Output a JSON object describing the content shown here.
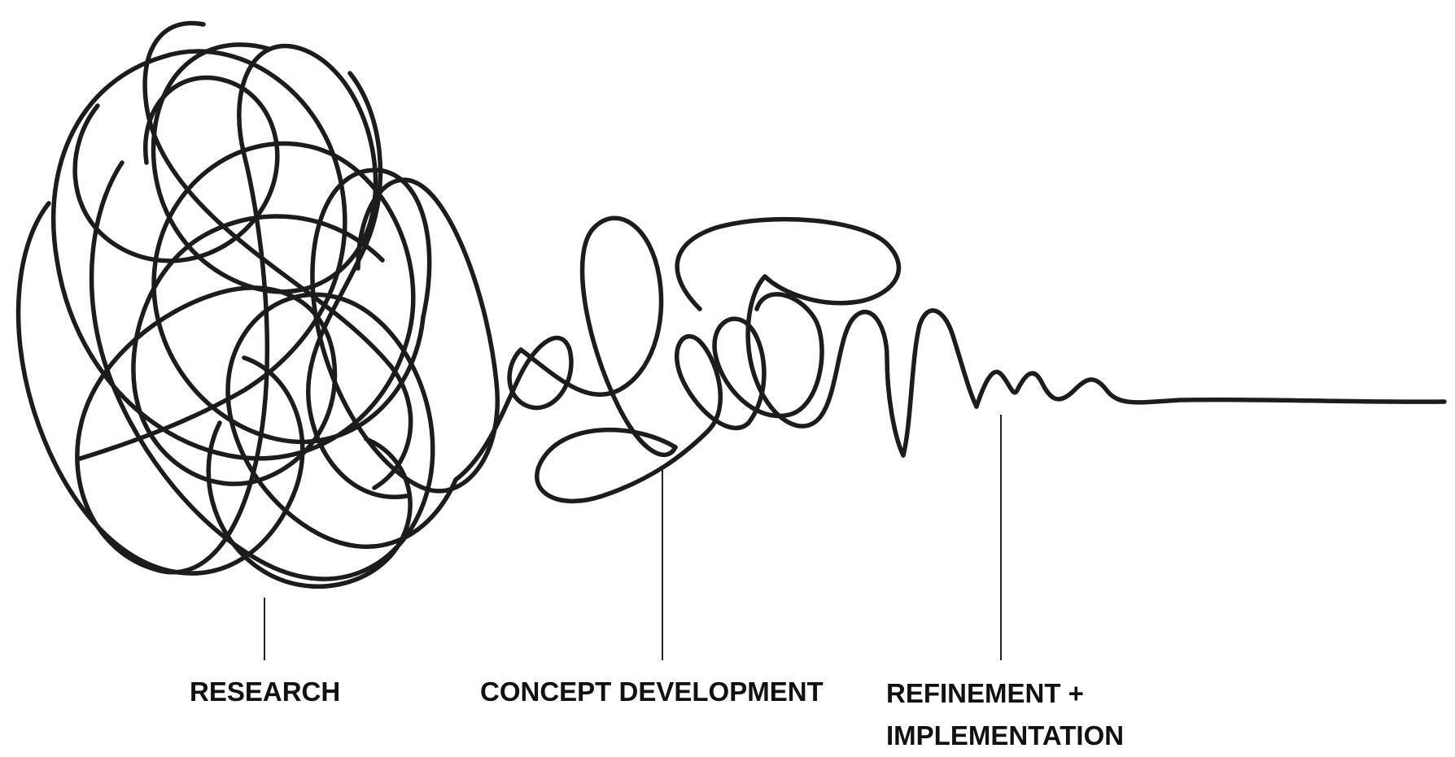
{
  "diagram": {
    "stages": [
      {
        "name": "RESEARCH"
      },
      {
        "name": "CONCEPT DEVELOPMENT"
      },
      {
        "name_line1": "REFINEMENT +",
        "name_line2": "IMPLEMENTATION"
      }
    ],
    "stroke_color": "#1c1c1c",
    "background_color": "#ffffff"
  }
}
